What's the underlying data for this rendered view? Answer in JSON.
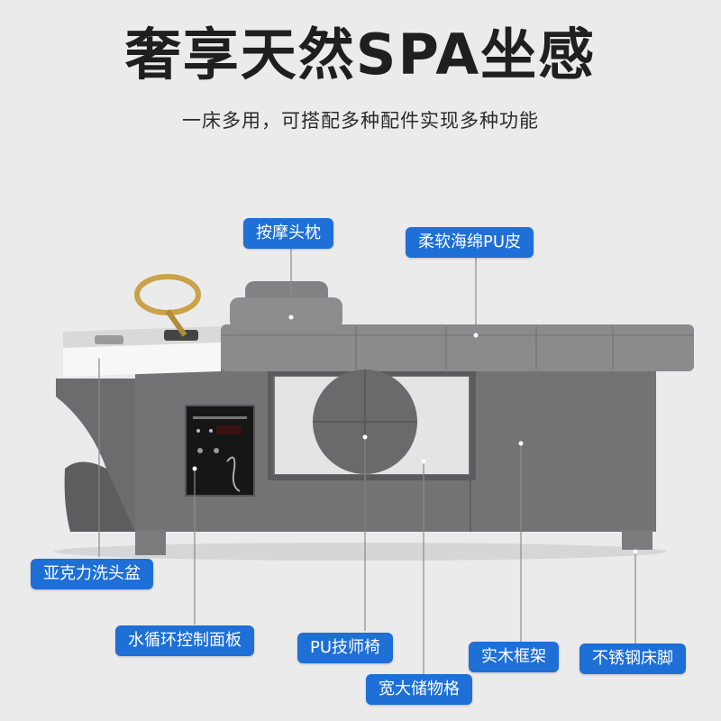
{
  "header": {
    "title": "奢享天然SPA坐感",
    "subtitle": "一床多用，可搭配多种配件实现多种功能"
  },
  "labels": {
    "massage_pillow": "按摩头枕",
    "soft_sponge": "柔软海绵PU皮",
    "acrylic_basin": "亚克力洗头盆",
    "control_panel": "水循环控制面板",
    "pu_stool": "PU技师椅",
    "wood_frame": "实木框架",
    "steel_legs": "不锈钢床脚",
    "storage": "宽大储物格"
  },
  "colors": {
    "label_bg": "#1e6fd6",
    "bed_gray": "#6f6f71",
    "cushion_gray": "#8a8a8c",
    "background": "#ebebeb"
  }
}
